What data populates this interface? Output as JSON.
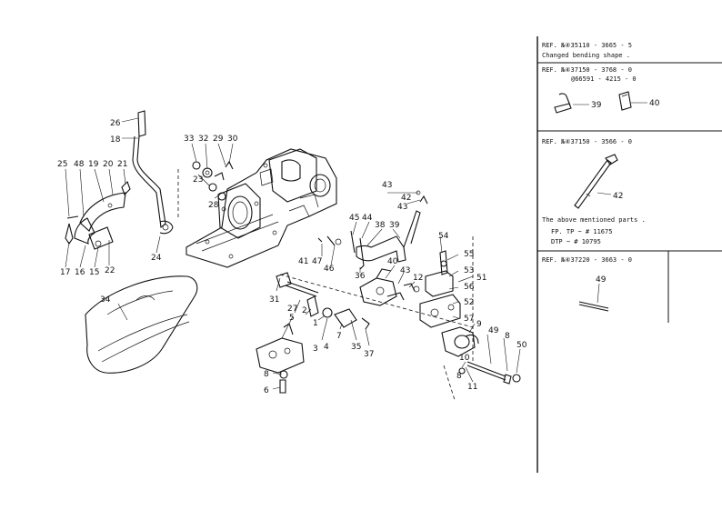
{
  "callouts": [
    {
      "n": "26"
    },
    {
      "n": "18"
    },
    {
      "n": "33"
    },
    {
      "n": "32"
    },
    {
      "n": "29"
    },
    {
      "n": "30"
    },
    {
      "n": "25"
    },
    {
      "n": "48"
    },
    {
      "n": "19"
    },
    {
      "n": "20"
    },
    {
      "n": "21"
    },
    {
      "n": "23"
    },
    {
      "n": "28"
    },
    {
      "n": "17"
    },
    {
      "n": "16"
    },
    {
      "n": "15"
    },
    {
      "n": "22"
    },
    {
      "n": "24"
    },
    {
      "n": "43"
    },
    {
      "n": "42"
    },
    {
      "n": "43"
    },
    {
      "n": "45"
    },
    {
      "n": "44"
    },
    {
      "n": "38"
    },
    {
      "n": "39"
    },
    {
      "n": "41"
    },
    {
      "n": "47"
    },
    {
      "n": "46"
    },
    {
      "n": "40"
    },
    {
      "n": "43"
    },
    {
      "n": "12"
    },
    {
      "n": "36"
    },
    {
      "n": "54"
    },
    {
      "n": "55"
    },
    {
      "n": "53"
    },
    {
      "n": "51"
    },
    {
      "n": "56"
    },
    {
      "n": "52"
    },
    {
      "n": "57"
    },
    {
      "n": "9"
    },
    {
      "n": "49"
    },
    {
      "n": "8"
    },
    {
      "n": "50"
    },
    {
      "n": "10"
    },
    {
      "n": "8"
    },
    {
      "n": "11"
    },
    {
      "n": "34"
    },
    {
      "n": "31"
    },
    {
      "n": "27"
    },
    {
      "n": "2"
    },
    {
      "n": "5"
    },
    {
      "n": "1"
    },
    {
      "n": "4"
    },
    {
      "n": "3"
    },
    {
      "n": "7"
    },
    {
      "n": "35"
    },
    {
      "n": "37"
    },
    {
      "n": "8"
    },
    {
      "n": "6"
    }
  ],
  "revisions": [
    {
      "ref": "REF. №④35110 - 3665 - 5",
      "note": "Changed bending shape .",
      "parts": []
    },
    {
      "ref": "REF. №④37150 - 3768 - 0",
      "ref2": "@66591 - 4215 - 0",
      "note": "",
      "parts": [
        {
          "n": "39"
        },
        {
          "n": "40"
        }
      ]
    },
    {
      "ref": "REF. №④37150 - 3566 - 0",
      "note": "The above mentioned parts .",
      "notes": [
        "FP. TP  ~ # 11675",
        "DTP     ~ # 10795"
      ],
      "parts": [
        {
          "n": "42"
        }
      ]
    },
    {
      "ref": "REF. №④37220 - 3663 - 0",
      "note": "",
      "parts": [
        {
          "n": "49"
        }
      ]
    }
  ]
}
